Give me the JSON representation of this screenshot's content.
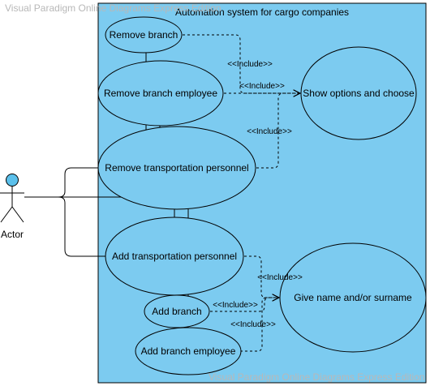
{
  "colors": {
    "system_fill": "#7ccbf0",
    "line": "#000000",
    "actor_head": "#5bc0eb",
    "watermark": "#b8b8b8"
  },
  "watermark": {
    "top": "Visual Paradigm Online Diagrams Express Edition",
    "bottom": "Visual Paradigm Online Diagrams Express Edition"
  },
  "system": {
    "title": "Automation system for cargo companies"
  },
  "actor": {
    "label": "Actor"
  },
  "use_cases": {
    "remove_branch": "Remove branch",
    "remove_branch_employee": "Remove branch employee",
    "remove_transportation_personnel": "Remove transportation personnel",
    "show_options": "Show options and choose",
    "add_transportation_personnel": "Add transportation personnel",
    "add_branch": "Add branch",
    "add_branch_employee": "Add branch employee",
    "give_name": "Give name and/or surname"
  },
  "relations": {
    "include_1": "<<Include>>",
    "include_2": "<<Include>>",
    "include_3": "<<Include>>",
    "include_4": "<<Include>>",
    "include_5": "<<Include>>",
    "include_6": "<<Include>>"
  }
}
